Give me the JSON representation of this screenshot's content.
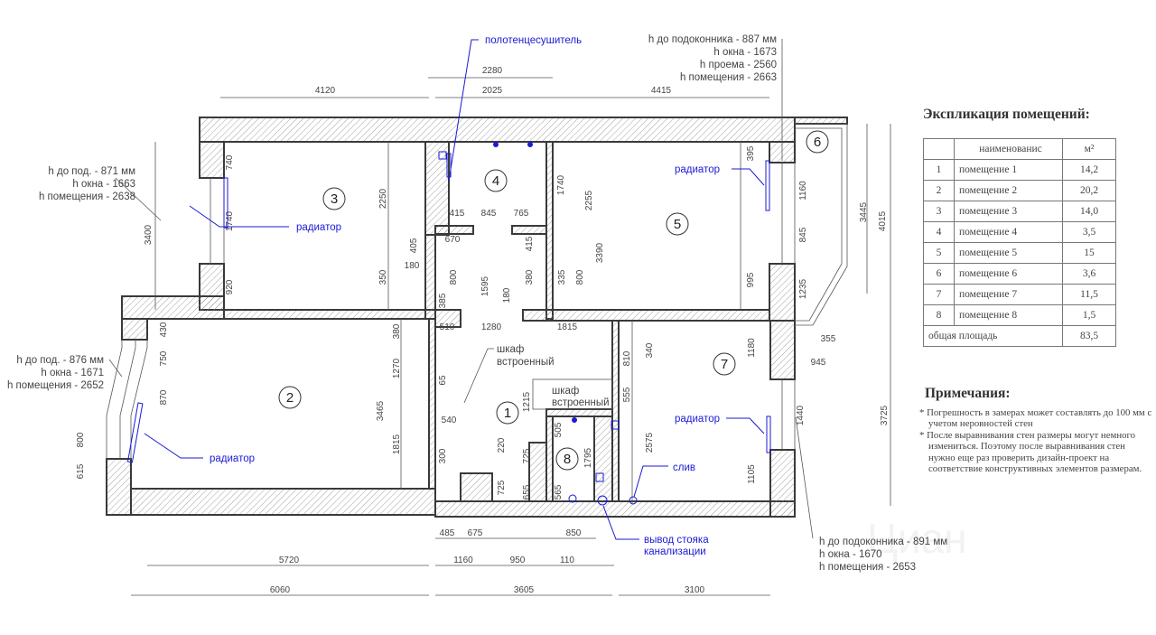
{
  "rooms": [
    "1",
    "2",
    "3",
    "4",
    "5",
    "6",
    "7",
    "8"
  ],
  "dims": [
    "2280",
    "4120",
    "2025",
    "4415",
    "740",
    "1740",
    "920",
    "2250",
    "3400",
    "405",
    "350",
    "180",
    "800",
    "385",
    "415",
    "845",
    "765",
    "670",
    "1595",
    "415",
    "380",
    "180",
    "1740",
    "2255",
    "3390",
    "335",
    "800",
    "395",
    "1160",
    "845",
    "1235",
    "995",
    "3445",
    "4015",
    "510",
    "1280",
    "1815",
    "430",
    "750",
    "870",
    "800",
    "615",
    "380",
    "1270",
    "3465",
    "1815",
    "65",
    "540",
    "300",
    "220",
    "725",
    "1215",
    "725",
    "655",
    "505",
    "1795",
    "565",
    "810",
    "340",
    "555",
    "2575",
    "1180",
    "1105",
    "355",
    "945",
    "1440",
    "3725",
    "485",
    "675",
    "850",
    "5720",
    "1160",
    "950",
    "110",
    "6060",
    "3605",
    "3100"
  ],
  "labels": {
    "towel_dryer": "полотенцесушитель",
    "radiator": "радиатор",
    "drain": "слив",
    "riser": [
      "вывод стояка",
      "канализации"
    ],
    "wardrobe": [
      "шкаф",
      "встроенный"
    ]
  },
  "heights": {
    "room5": [
      "h до подоконника - 887 мм",
      "h окна - 1673",
      "h проема - 2560",
      "h помещения - 2663"
    ],
    "room3": [
      "h до под. - 871 мм",
      "h окна - 1663",
      "h помещения - 2638"
    ],
    "room2": [
      "h до под. - 876 мм",
      "h окна - 1671",
      "h помещения - 2652"
    ],
    "room7": [
      "h до подоконника - 891 мм",
      "h окна - 1670",
      "h помещения - 2653"
    ]
  },
  "explication": {
    "title": "Экспликация помещений:",
    "headers": [
      "",
      "наименованис",
      "м²"
    ],
    "rows": [
      [
        "1",
        "помещение 1",
        "14,2"
      ],
      [
        "2",
        "помещение 2",
        "20,2"
      ],
      [
        "3",
        "помещение 3",
        "14,0"
      ],
      [
        "4",
        "помещение 4",
        "3,5"
      ],
      [
        "5",
        "помещение 5",
        "15"
      ],
      [
        "6",
        "помещение 6",
        "3,6"
      ],
      [
        "7",
        "помещение 7",
        "11,5"
      ],
      [
        "8",
        "помещение 8",
        "1,5"
      ]
    ],
    "total_label": "общая площадь",
    "total_value": "83,5"
  },
  "notes": {
    "title": "Примечания:",
    "items": [
      "* Погрешность в замерах может составлять до 100 мм с учетом неровностей стен",
      "* После выравнивания стен размеры могут немного измениться. Поэтому после выравнивания стен нужно еще раз проверить дизайн-проект на соответствие конструктивных элементов размерам."
    ]
  },
  "watermark": "Циан",
  "colors": {
    "annotation": "#1a1ad6",
    "wall": "#3a3a3a",
    "text": "#444444"
  }
}
